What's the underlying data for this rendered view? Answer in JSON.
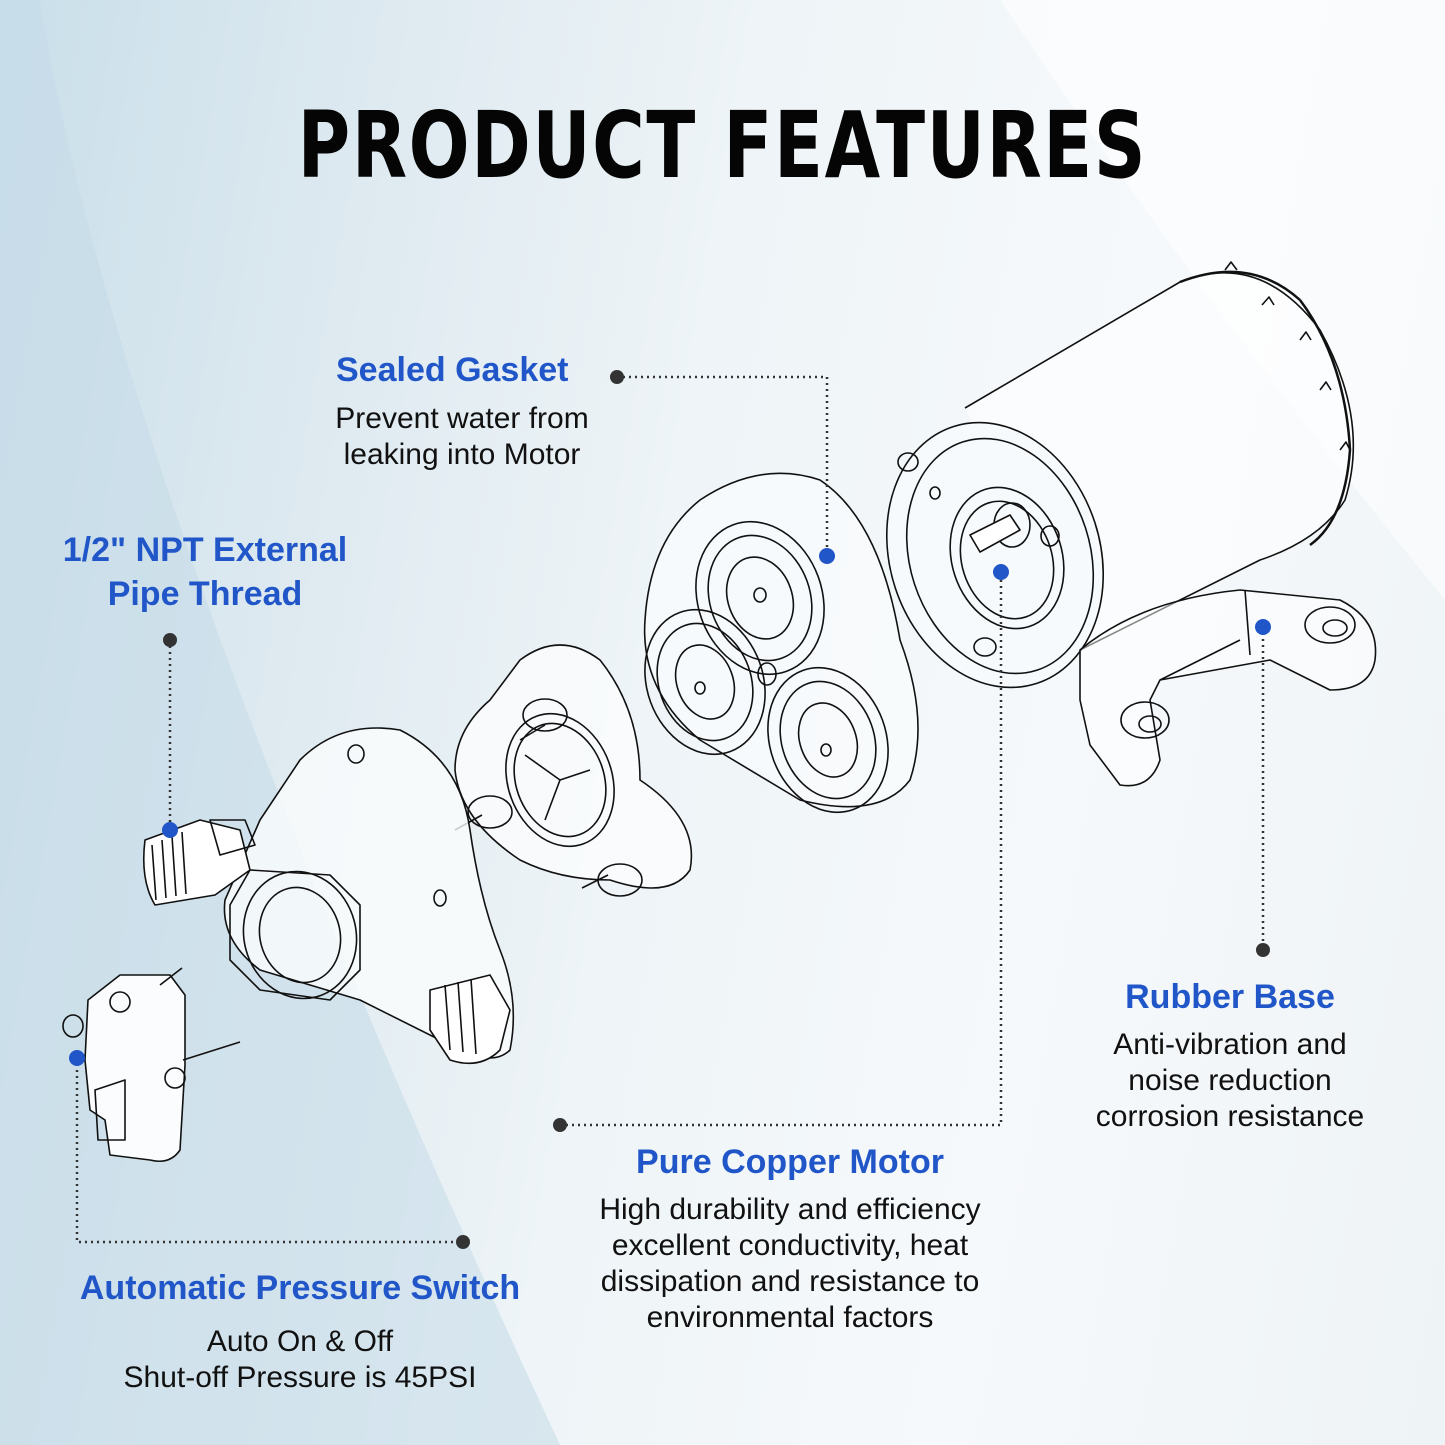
{
  "title": "PRODUCT FEATURES",
  "colors": {
    "accent_blue": "#2156c9",
    "marker_dark": "#333333",
    "line_art": "#111111",
    "background": "#eef4f7"
  },
  "features": [
    {
      "id": "sealed-gasket",
      "heading": "Sealed Gasket",
      "description_lines": [
        "Prevent water from",
        "leaking into Motor"
      ]
    },
    {
      "id": "npt-thread",
      "heading_lines": [
        "1/2\" NPT External",
        "Pipe Thread"
      ]
    },
    {
      "id": "rubber-base",
      "heading": "Rubber Base",
      "description_lines": [
        "Anti-vibration and",
        "noise reduction",
        "corrosion resistance"
      ]
    },
    {
      "id": "copper-motor",
      "heading": "Pure Copper Motor",
      "description_lines": [
        "High durability and efficiency",
        "excellent conductivity, heat",
        "dissipation and resistance to",
        "environmental factors"
      ]
    },
    {
      "id": "pressure-switch",
      "heading": "Automatic Pressure Switch",
      "description_lines": [
        "Auto On & Off",
        "Shut-off Pressure is 45PSI"
      ]
    }
  ],
  "illustration": {
    "parts": [
      "motor",
      "rubber-base",
      "diaphragm-housing",
      "valve-assembly",
      "pump-head",
      "pressure-switch"
    ]
  }
}
